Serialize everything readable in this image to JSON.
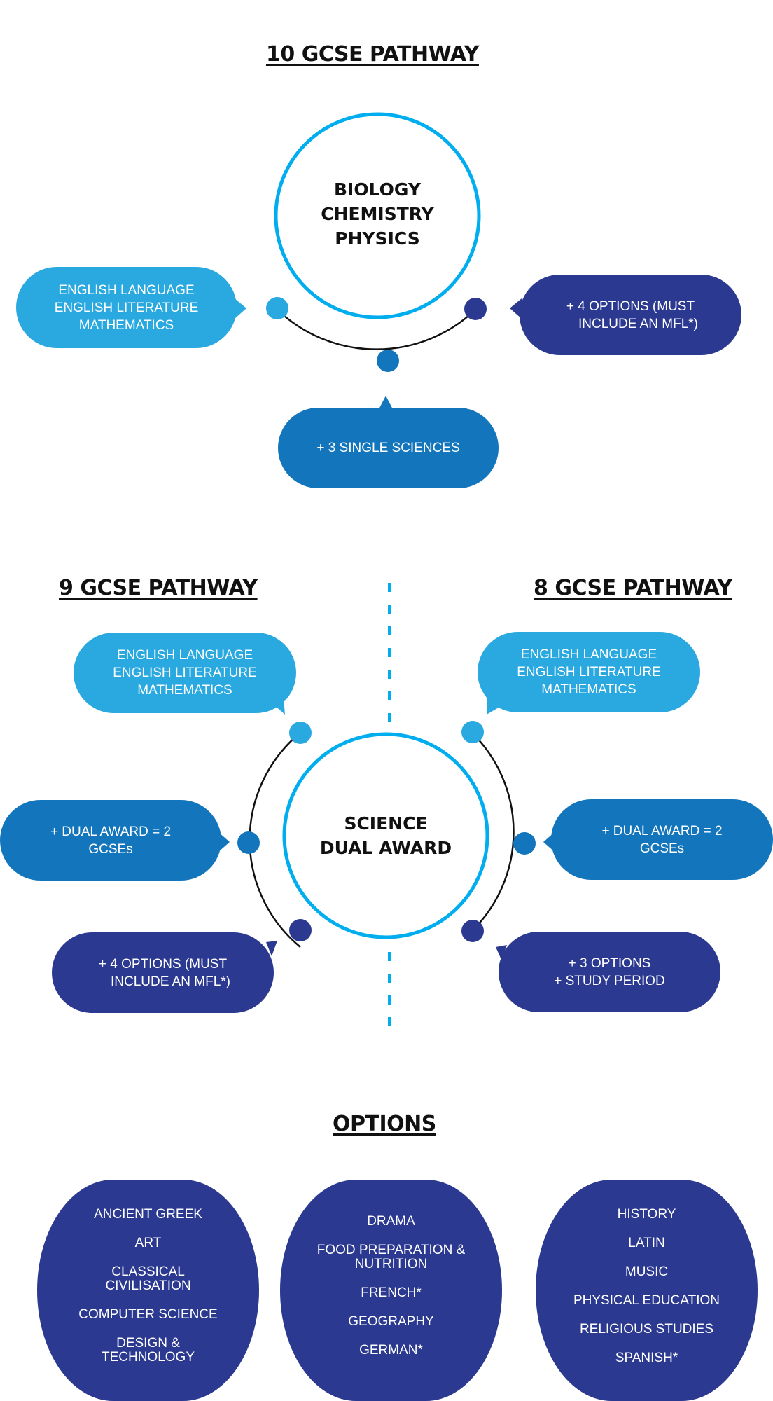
{
  "colors": {
    "light_blue": "#29a9e0",
    "mid_blue": "#1376bc",
    "navy": "#2b3990",
    "ring": "#00adef",
    "connector": "#111111"
  },
  "ten_gcse": {
    "heading": "10 GCSE PATHWAY",
    "circle_lines": [
      "BIOLOGY",
      "CHEMISTRY",
      "PHYSICS"
    ],
    "core_bubble": [
      "ENGLISH LANGUAGE",
      "ENGLISH LITERATURE",
      "MATHEMATICS"
    ],
    "options_bubble": [
      "+  4 OPTIONS (MUST",
      "INCLUDE AN MFL*)"
    ],
    "science_bubble": [
      "+  3 SINGLE SCIENCES"
    ]
  },
  "nine_gcse": {
    "heading": "9 GCSE PATHWAY",
    "core_bubble": [
      "ENGLISH LANGUAGE",
      "ENGLISH LITERATURE",
      "MATHEMATICS"
    ],
    "science_bubble": [
      "+  DUAL AWARD = 2",
      "GCSEs"
    ],
    "options_bubble": [
      "+  4 OPTIONS (MUST",
      "INCLUDE AN MFL*)"
    ]
  },
  "eight_gcse": {
    "heading": "8 GCSE PATHWAY",
    "core_bubble": [
      "ENGLISH LANGUAGE",
      "ENGLISH LITERATURE",
      "MATHEMATICS"
    ],
    "science_bubble": [
      "+  DUAL AWARD = 2",
      "GCSEs"
    ],
    "options_bubble": [
      "+  3 OPTIONS",
      "+  STUDY PERIOD"
    ]
  },
  "shared_circle": {
    "lines": [
      "SCIENCE",
      "DUAL AWARD"
    ]
  },
  "options": {
    "heading": "OPTIONS",
    "columns": [
      [
        [
          "ANCIENT GREEK"
        ],
        [
          "ART"
        ],
        [
          "CLASSICAL",
          "CIVILISATION"
        ],
        [
          "COMPUTER SCIENCE"
        ],
        [
          "DESIGN &",
          "TECHNOLOGY"
        ]
      ],
      [
        [
          "DRAMA"
        ],
        [
          "FOOD PREPARATION &",
          "NUTRITION"
        ],
        [
          "FRENCH*"
        ],
        [
          "GEOGRAPHY"
        ],
        [
          "GERMAN*"
        ]
      ],
      [
        [
          "HISTORY"
        ],
        [
          "LATIN"
        ],
        [
          "MUSIC"
        ],
        [
          "PHYSICAL EDUCATION"
        ],
        [
          "RELIGIOUS STUDIES"
        ],
        [
          "SPANISH*"
        ]
      ]
    ]
  }
}
